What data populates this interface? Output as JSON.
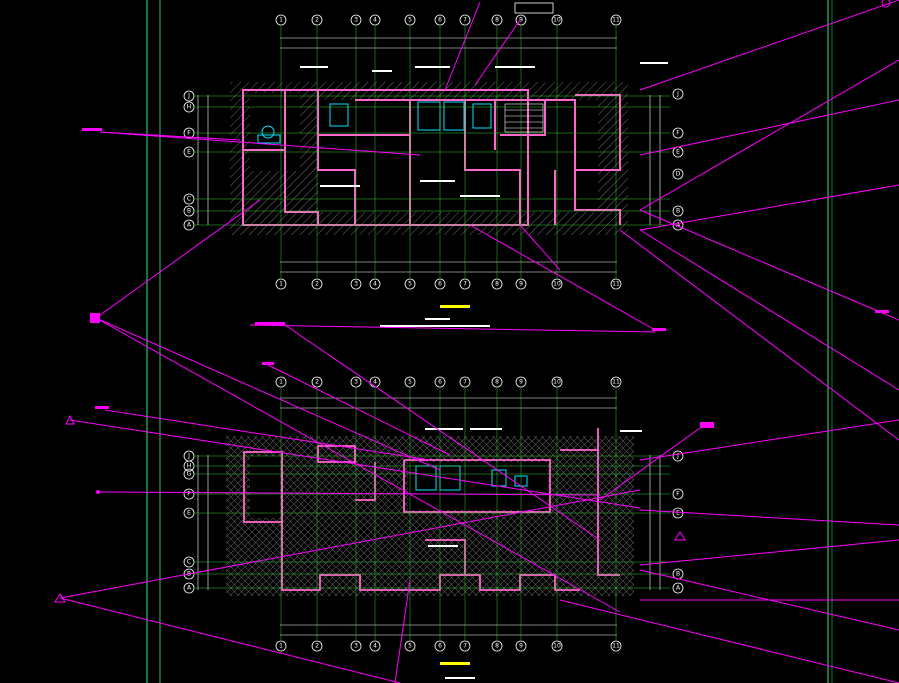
{
  "drawing": {
    "colors": {
      "background": "#000000",
      "frame_green": "#22c55e",
      "wall_pink": "#ff66cc",
      "leader_magenta": "#ff00ff",
      "grid_line": "#33cc33",
      "dimension_white": "#ffffff",
      "hatch_gray": "#777777",
      "equipment_cyan": "#00e5ff",
      "callout_yellow": "#ffff00"
    },
    "plan_top": {
      "axes_top": [
        "1",
        "2",
        "3",
        "4",
        "5",
        "6",
        "7",
        "8",
        "9",
        "10",
        "11"
      ],
      "axes_side": [
        "J",
        "H",
        "F",
        "E",
        "C",
        "B",
        "A"
      ],
      "axes_right": [
        "J",
        "F",
        "E",
        "D",
        "B",
        "A"
      ]
    },
    "plan_bottom": {
      "axes_top": [
        "1",
        "2",
        "3",
        "4",
        "5",
        "6",
        "7",
        "8",
        "9",
        "10",
        "11"
      ],
      "axes_side": [
        "J",
        "H",
        "G",
        "F",
        "E",
        "C",
        "B",
        "A"
      ],
      "axes_right": [
        "J",
        "F",
        "E",
        "B",
        "A"
      ]
    }
  }
}
